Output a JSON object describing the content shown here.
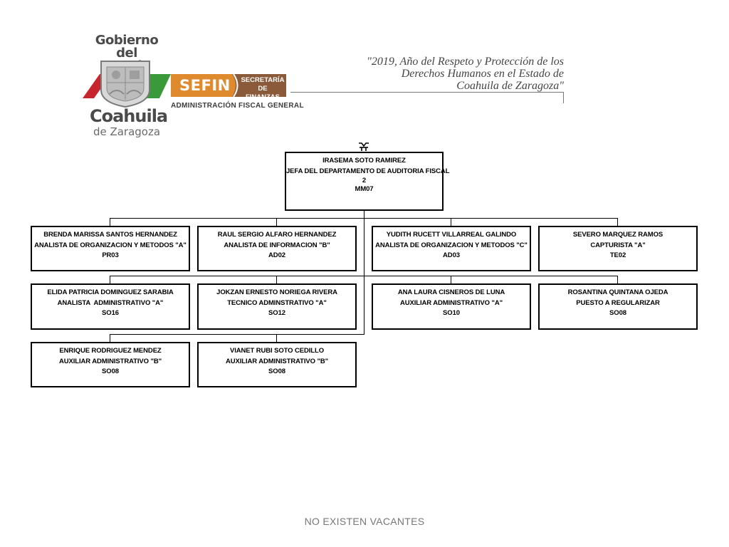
{
  "header": {
    "gobierno_line1": "Gobierno",
    "gobierno_line2": "del Estado",
    "coahuila": "Coahuila",
    "zaragoza": "de Zaragoza",
    "sefin": "SEFIN",
    "secretaria_line1": "SECRETARÍA",
    "secretaria_line2": "DE FINANZAS",
    "administracion": "ADMINISTRACIÓN FISCAL GENERAL",
    "motto_line1": "\"2019, Año del Respeto y Protección de los",
    "motto_line2": "Derechos Humanos en el Estado de",
    "motto_line3": "Coahuila de Zaragoza\""
  },
  "colors": {
    "sefin_orange": "#e08a2e",
    "sefin_brown": "#8a5a3a",
    "flag_red": "#c8262f",
    "flag_green": "#3a9a3a"
  },
  "org_chart": {
    "head": {
      "name": "IRASEMA SOTO RAMIREZ",
      "title": "JEFA DEL DEPARTAMENTO DE AUDITORIA FISCAL",
      "level": "2",
      "code": "MM07"
    },
    "staff": [
      {
        "name": "BRENDA MARISSA SANTOS HERNANDEZ",
        "title": "ANALISTA DE ORGANIZACION Y METODOS \"A\"",
        "code": "PR03"
      },
      {
        "name": "RAUL SERGIO ALFARO HERNANDEZ",
        "title": "ANALISTA DE INFORMACION \"B\"",
        "code": "AD02"
      },
      {
        "name": "YUDITH RUCETT VILLARREAL GALINDO",
        "title": "ANALISTA DE ORGANIZACION Y METODOS \"C\"",
        "code": "AD03"
      },
      {
        "name": "SEVERO MARQUEZ RAMOS",
        "title": "CAPTURISTA \"A\"",
        "code": "TE02"
      },
      {
        "name": "ELIDA PATRICIA DOMINGUEZ SARABIA",
        "title": "ANALISTA  ADMINISTRATIVO \"A\"",
        "code": "SO16"
      },
      {
        "name": "JOKZAN ERNESTO NORIEGA RIVERA",
        "title": "TECNICO ADMINSTRATIVO \"A\"",
        "code": "SO12"
      },
      {
        "name": "ANA LAURA CISNEROS DE LUNA",
        "title": "AUXILIAR ADMINISTRATIVO \"A\"",
        "code": "SO10"
      },
      {
        "name": "ROSANTINA QUINTANA OJEDA",
        "title": "PUESTO A REGULARIZAR",
        "code": "SO08"
      },
      {
        "name": "ENRIQUE RODRIGUEZ MENDEZ",
        "title": "AUXILIAR ADMINISTRATIVO \"B\"",
        "code": "SO08"
      },
      {
        "name": "VIANET RUBI SOTO CEDILLO",
        "title": "AUXILIAR ADMINISTRATIVO \"B\"",
        "code": "SO08"
      }
    ]
  },
  "footer": {
    "note": "NO EXISTEN VACANTES"
  }
}
